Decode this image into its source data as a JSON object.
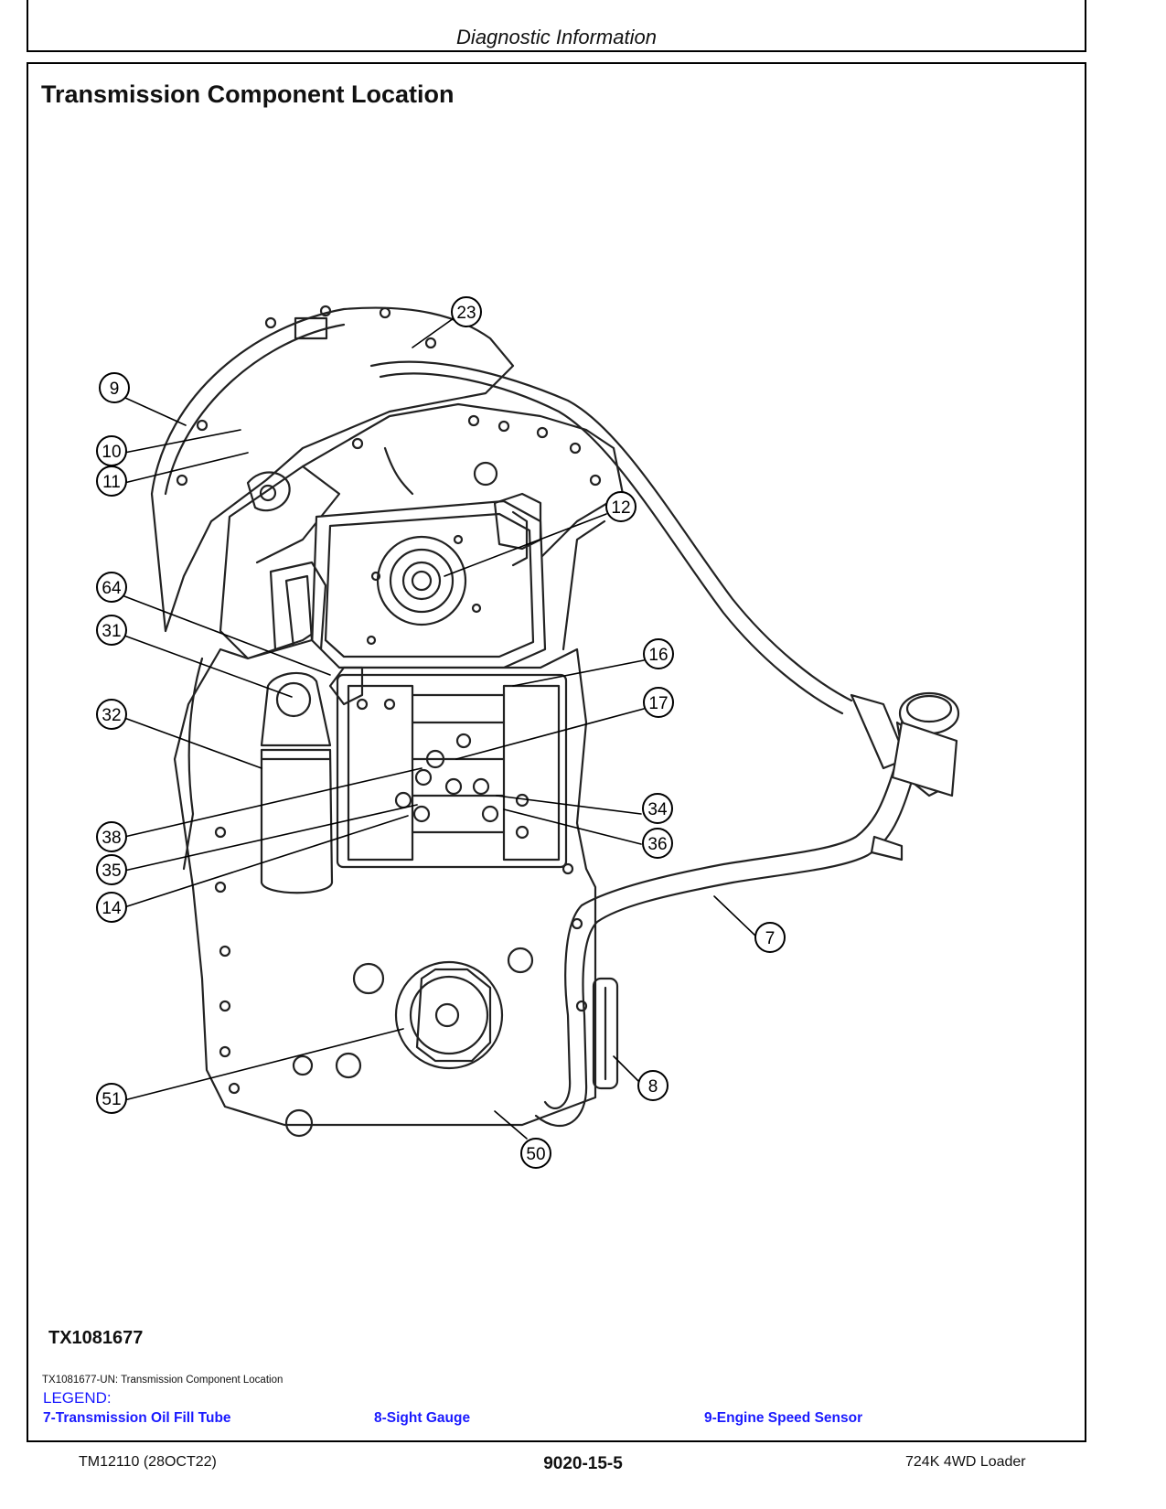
{
  "header": {
    "section_title": "Diagnostic Information"
  },
  "page_heading": "Transmission Component Location",
  "figure": {
    "id_label": "TX1081677",
    "callouts": [
      "23",
      "9",
      "10",
      "11",
      "12",
      "64",
      "31",
      "16",
      "17",
      "32",
      "34",
      "38",
      "36",
      "35",
      "14",
      "7",
      "8",
      "51",
      "50"
    ]
  },
  "caption": "TX1081677-UN: Transmission Component Location",
  "legend": {
    "title": "LEGEND:",
    "items": [
      "7-Transmission Oil Fill Tube",
      "8-Sight Gauge",
      "9-Engine Speed Sensor"
    ]
  },
  "footer": {
    "left": "TM12110 (28OCT22)",
    "center": "9020-15-5",
    "right": "724K 4WD Loader"
  }
}
